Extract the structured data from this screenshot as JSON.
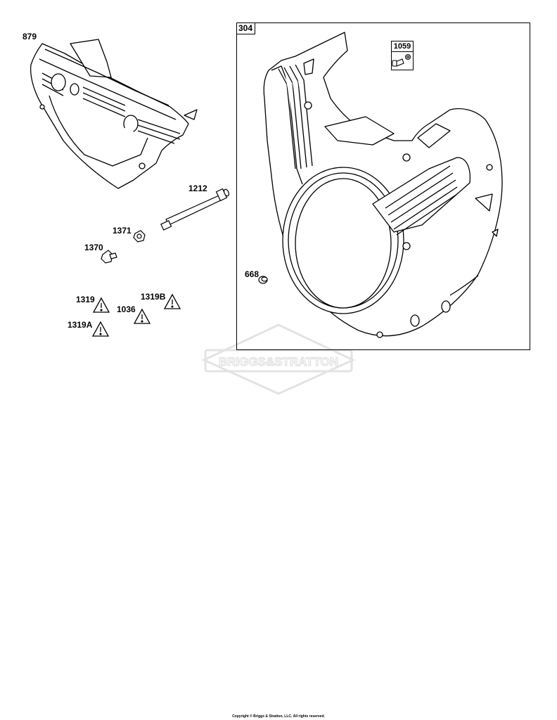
{
  "callouts": {
    "c879": "879",
    "c304": "304",
    "c1059": "1059",
    "c1212": "1212",
    "c1371": "1371",
    "c1370": "1370",
    "c668": "668",
    "c1319": "1319",
    "c1319b": "1319B",
    "c1036": "1036",
    "c1319a": "1319A"
  },
  "watermark": "BRIGGS&STRATTON",
  "footer": {
    "copyright": "Copyright © Briggs & Stratton, LLC. All rights reserved."
  },
  "colors": {
    "line": "#000000",
    "watermark": "#e6e6e6"
  },
  "icons": [
    "warning-triangle-icon"
  ]
}
